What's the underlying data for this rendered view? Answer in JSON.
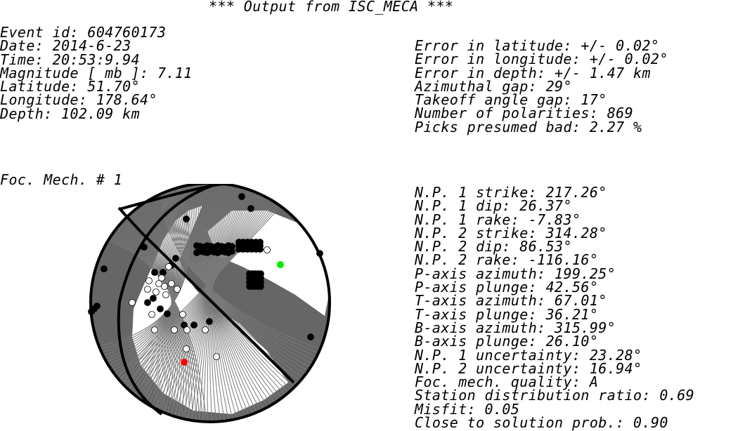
{
  "title": "*** Output from ISC_MECA ***",
  "event_info": [
    "Event id: 604760173",
    "Date: 2014-6-23",
    "Time: 20:53:9.94",
    "Magnitude [ mb ]: 7.11",
    "Latitude: 51.70°",
    "Longitude: 178.64°",
    "Depth: 102.09 km"
  ],
  "quality_info": [
    "Error in latitude: +/- 0.02°",
    "Error in longitude: +/- 0.02°",
    "Error in depth: +/- 1.47 km",
    "Azimuthal gap: 29°",
    "Takeoff angle gap: 17°",
    "Number of polarities: 869",
    "Picks presumed bad: 2.27 %"
  ],
  "mechanism_label": "Foc. Mech. # 1",
  "mechanism_params": [
    "N.P. 1 strike: 217.26°",
    "N.P. 1 dip: 26.37°",
    "N.P. 1 rake: -7.83°",
    "N.P. 2 strike: 314.28°",
    "N.P. 2 dip: 86.53°",
    "N.P. 2 rake: -116.16°",
    "P-axis azimuth: 199.25°",
    "P-axis plunge: 42.56°",
    "T-axis azimuth: 67.01°",
    "T-axis plunge: 36.21°",
    "B-axis azimuth: 315.99°",
    "B-axis plunge: 26.10°",
    "N.P. 1 uncertainty: 23.28°",
    "N.P. 2 uncertainty: 16.94°",
    "Foc. mech. quality: A",
    "Station distribution ratio: 0.69",
    "Misfit: 0.05",
    "Close to solution prob.: 0.90"
  ],
  "colors": {
    "background": "#ffffff",
    "compressional_quadrant": "#666666",
    "dilatational_quadrant": "#ffffff",
    "nodal_plane_ensemble": "#7a7a7a",
    "nodal_plane": "#000000",
    "compression_polarity": "#000000",
    "dilatation_polarity": "#ffffff",
    "p_axis": "#ff0000",
    "t_axis": "#00ee00"
  },
  "axes_markers": [
    "P-axis",
    "T-axis"
  ]
}
